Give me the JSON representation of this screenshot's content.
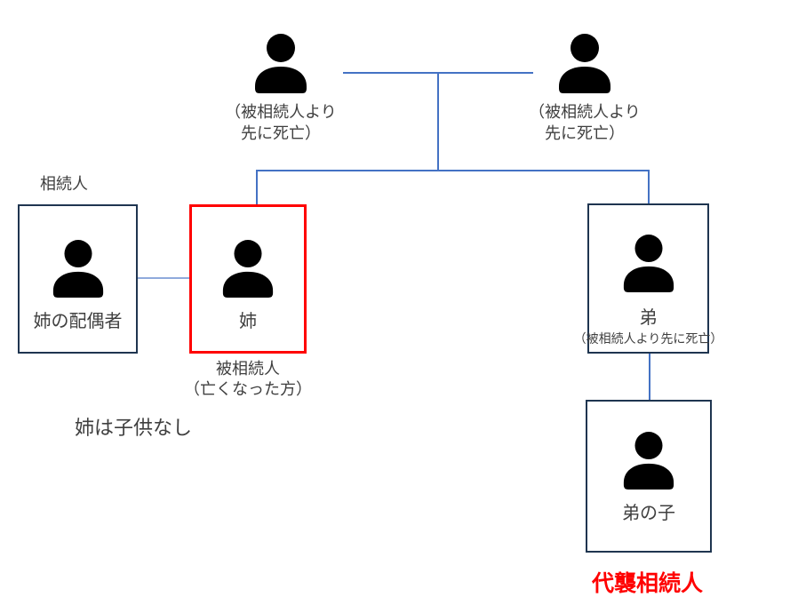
{
  "colors": {
    "connector": "#4472C4",
    "spouse_connector": "#8FAADC",
    "box_border": "#1F3550",
    "highlight_red": "#FF0000",
    "text": "#3F3F3F"
  },
  "parents": {
    "left_parent": {
      "note_line1": "（被相続人より",
      "note_line2": "先に死亡）"
    },
    "right_parent": {
      "note_line1": "（被相続人より",
      "note_line2": "先に死亡）"
    }
  },
  "labels": {
    "heir": "相続人",
    "spouse": "姉の配偶者",
    "sister": "姉",
    "sister_note_line1": "被相続人",
    "sister_note_line2": "（亡くなった方）",
    "brother": "弟",
    "brother_note": "（被相続人より先に死亡）",
    "brothers_child": "弟の子",
    "no_children": "姉は子供なし",
    "substitute_heir": "代襲相続人"
  }
}
